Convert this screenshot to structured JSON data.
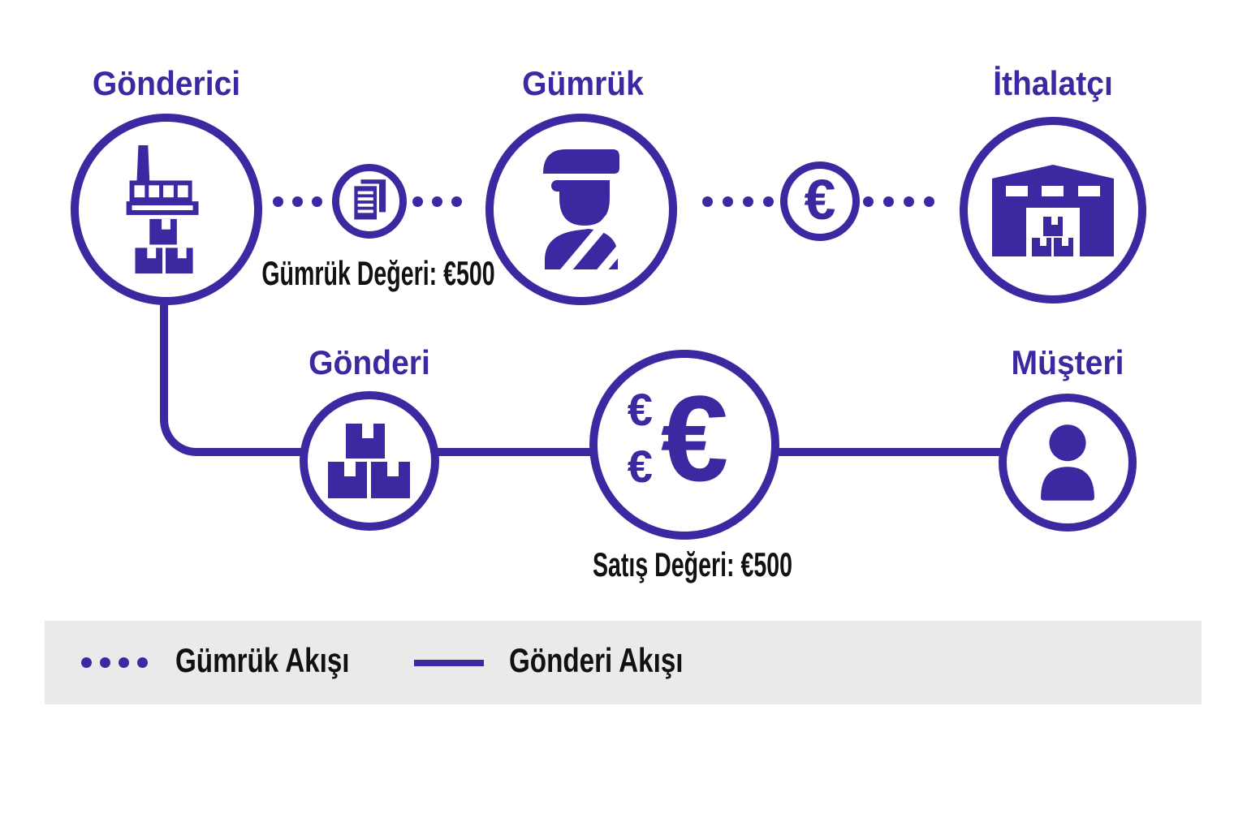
{
  "colors": {
    "accent": "#3c28a0",
    "text": "#111111",
    "legend_background": "#eaeaea"
  },
  "nodes": {
    "sender": {
      "label": "Gönderici",
      "icon": "factory-boxes-icon"
    },
    "customs": {
      "label": "Gümrük",
      "icon": "customs-officer-icon"
    },
    "importer": {
      "label": "İthalatçı",
      "icon": "warehouse-icon"
    },
    "shipment": {
      "label": "Gönderi",
      "icon": "parcel-boxes-icon"
    },
    "customer": {
      "label": "Müşteri",
      "icon": "person-icon"
    },
    "document": {
      "icon": "document-icon"
    },
    "euro_coin": {
      "icon": "euro-coin-icon"
    },
    "euro_large": {
      "icon": "euro-values-icon"
    }
  },
  "symbols": {
    "euro_coin": "€",
    "euro_big": "€",
    "euro_small_top": "€",
    "euro_small_bottom": "€"
  },
  "captions": {
    "customs_value": "Gümrük Değeri: €500",
    "sales_value": "Satış Değeri: €500"
  },
  "legend": {
    "customs_flow_label": "Gümrük Akışı",
    "customs_flow_marker": "dotted-line",
    "shipment_flow_label": "Gönderi Akışı",
    "shipment_flow_marker": "solid-line"
  }
}
